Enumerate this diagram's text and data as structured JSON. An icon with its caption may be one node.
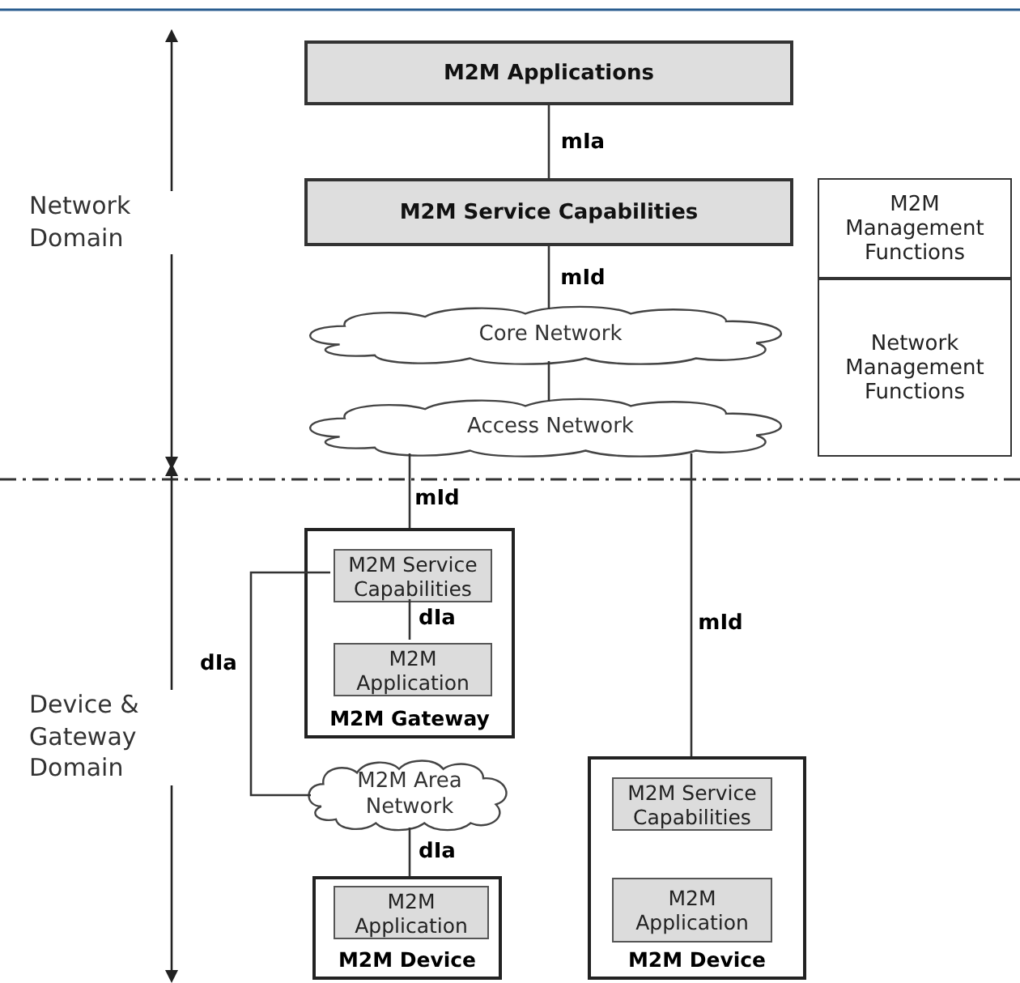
{
  "diagram": {
    "nodes": [
      {
        "text": [
          "M2M Applications"
        ]
      },
      {
        "text": [
          "M2M Service Capabilities"
        ]
      },
      {
        "text": [
          "Core Network"
        ]
      },
      {
        "text": [
          "Access Network"
        ]
      },
      {
        "text": [
          "M2M Management Functions"
        ]
      },
      {
        "text": [
          "Network Management Functions"
        ]
      },
      {
        "text": [
          "M2M Gateway"
        ]
      },
      {
        "text": [
          "M2M Service Capabilities"
        ],
        "in": 6
      },
      {
        "text": [
          "M2M Application"
        ],
        "in": 6
      },
      {
        "text": [
          "M2M Area Network"
        ]
      },
      {
        "text": [
          "M2M Device"
        ]
      },
      {
        "text": [
          "M2M Application"
        ],
        "in": 10
      },
      {
        "text": [
          "M2M Device"
        ]
      },
      {
        "text": [
          "M2M Service Capabilities"
        ],
        "in": 12
      },
      {
        "text": [
          "M2M Application"
        ],
        "in": 12
      }
    ],
    "edges": [
      {
        "from": 0,
        "to": 1,
        "arrow": "none",
        "label": "mIa"
      },
      {
        "from": 1,
        "to": 2,
        "arrow": "none",
        "label": "mId"
      },
      {
        "from": 2,
        "to": 3,
        "arrow": "none"
      },
      {
        "from": 3,
        "to": 6,
        "arrow": "none",
        "label": "mId"
      },
      {
        "from": 3,
        "to": 12,
        "arrow": "none",
        "label": "mId"
      },
      {
        "from": 7,
        "to": 8,
        "arrow": "none",
        "label": "dIa"
      },
      {
        "from": 7,
        "to": 9,
        "arrow": "none",
        "label": "dIa"
      },
      {
        "from": 9,
        "to": 10,
        "arrow": "none",
        "label": "dIa"
      }
    ],
    "labels": [
      "Network Domain",
      "Device & Gateway Domain"
    ]
  }
}
